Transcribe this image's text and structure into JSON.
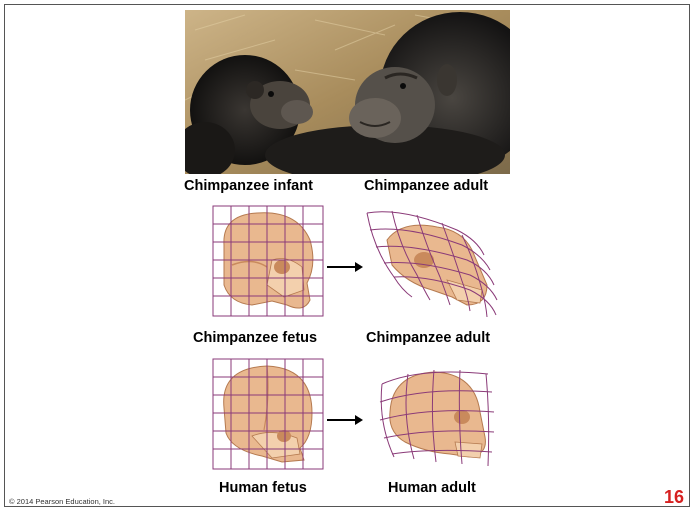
{
  "labels": {
    "infant": "Chimpanzee infant",
    "adult_photo": "Chimpanzee adult",
    "chimp_fetus": "Chimpanzee fetus",
    "chimp_adult": "Chimpanzee adult",
    "human_fetus": "Human fetus",
    "human_adult": "Human adult"
  },
  "footer": {
    "copyright": "© 2014 Pearson Education, Inc.",
    "page_number": "16"
  },
  "colors": {
    "grid": "#8a3a78",
    "bone": "#e9b88f",
    "bone_shadow": "#c98a5c",
    "page_number": "#d62020"
  }
}
